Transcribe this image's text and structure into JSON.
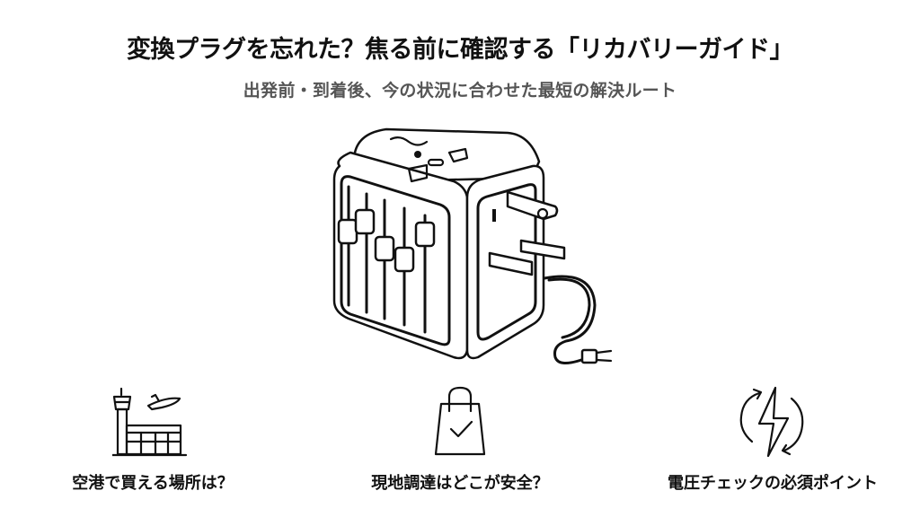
{
  "header": {
    "title": "変換プラグを忘れた？焦る前に確認する「リカバリーガイド」",
    "subtitle": "出発前・到着後、今の状況に合わせた最短の解決ルート"
  },
  "hero": {
    "icon": "universal-travel-adapter-illustration"
  },
  "features": [
    {
      "icon": "airport-tower-plane-icon",
      "label": "空港で買える場所は？"
    },
    {
      "icon": "shopping-bag-check-icon",
      "label": "現地調達はどこが安全？"
    },
    {
      "icon": "voltage-lightning-cycle-icon",
      "label": "電圧チェックの必須ポイント"
    }
  ],
  "colors": {
    "background": "#ffffff",
    "title": "#111111",
    "subtitle": "#555555"
  }
}
